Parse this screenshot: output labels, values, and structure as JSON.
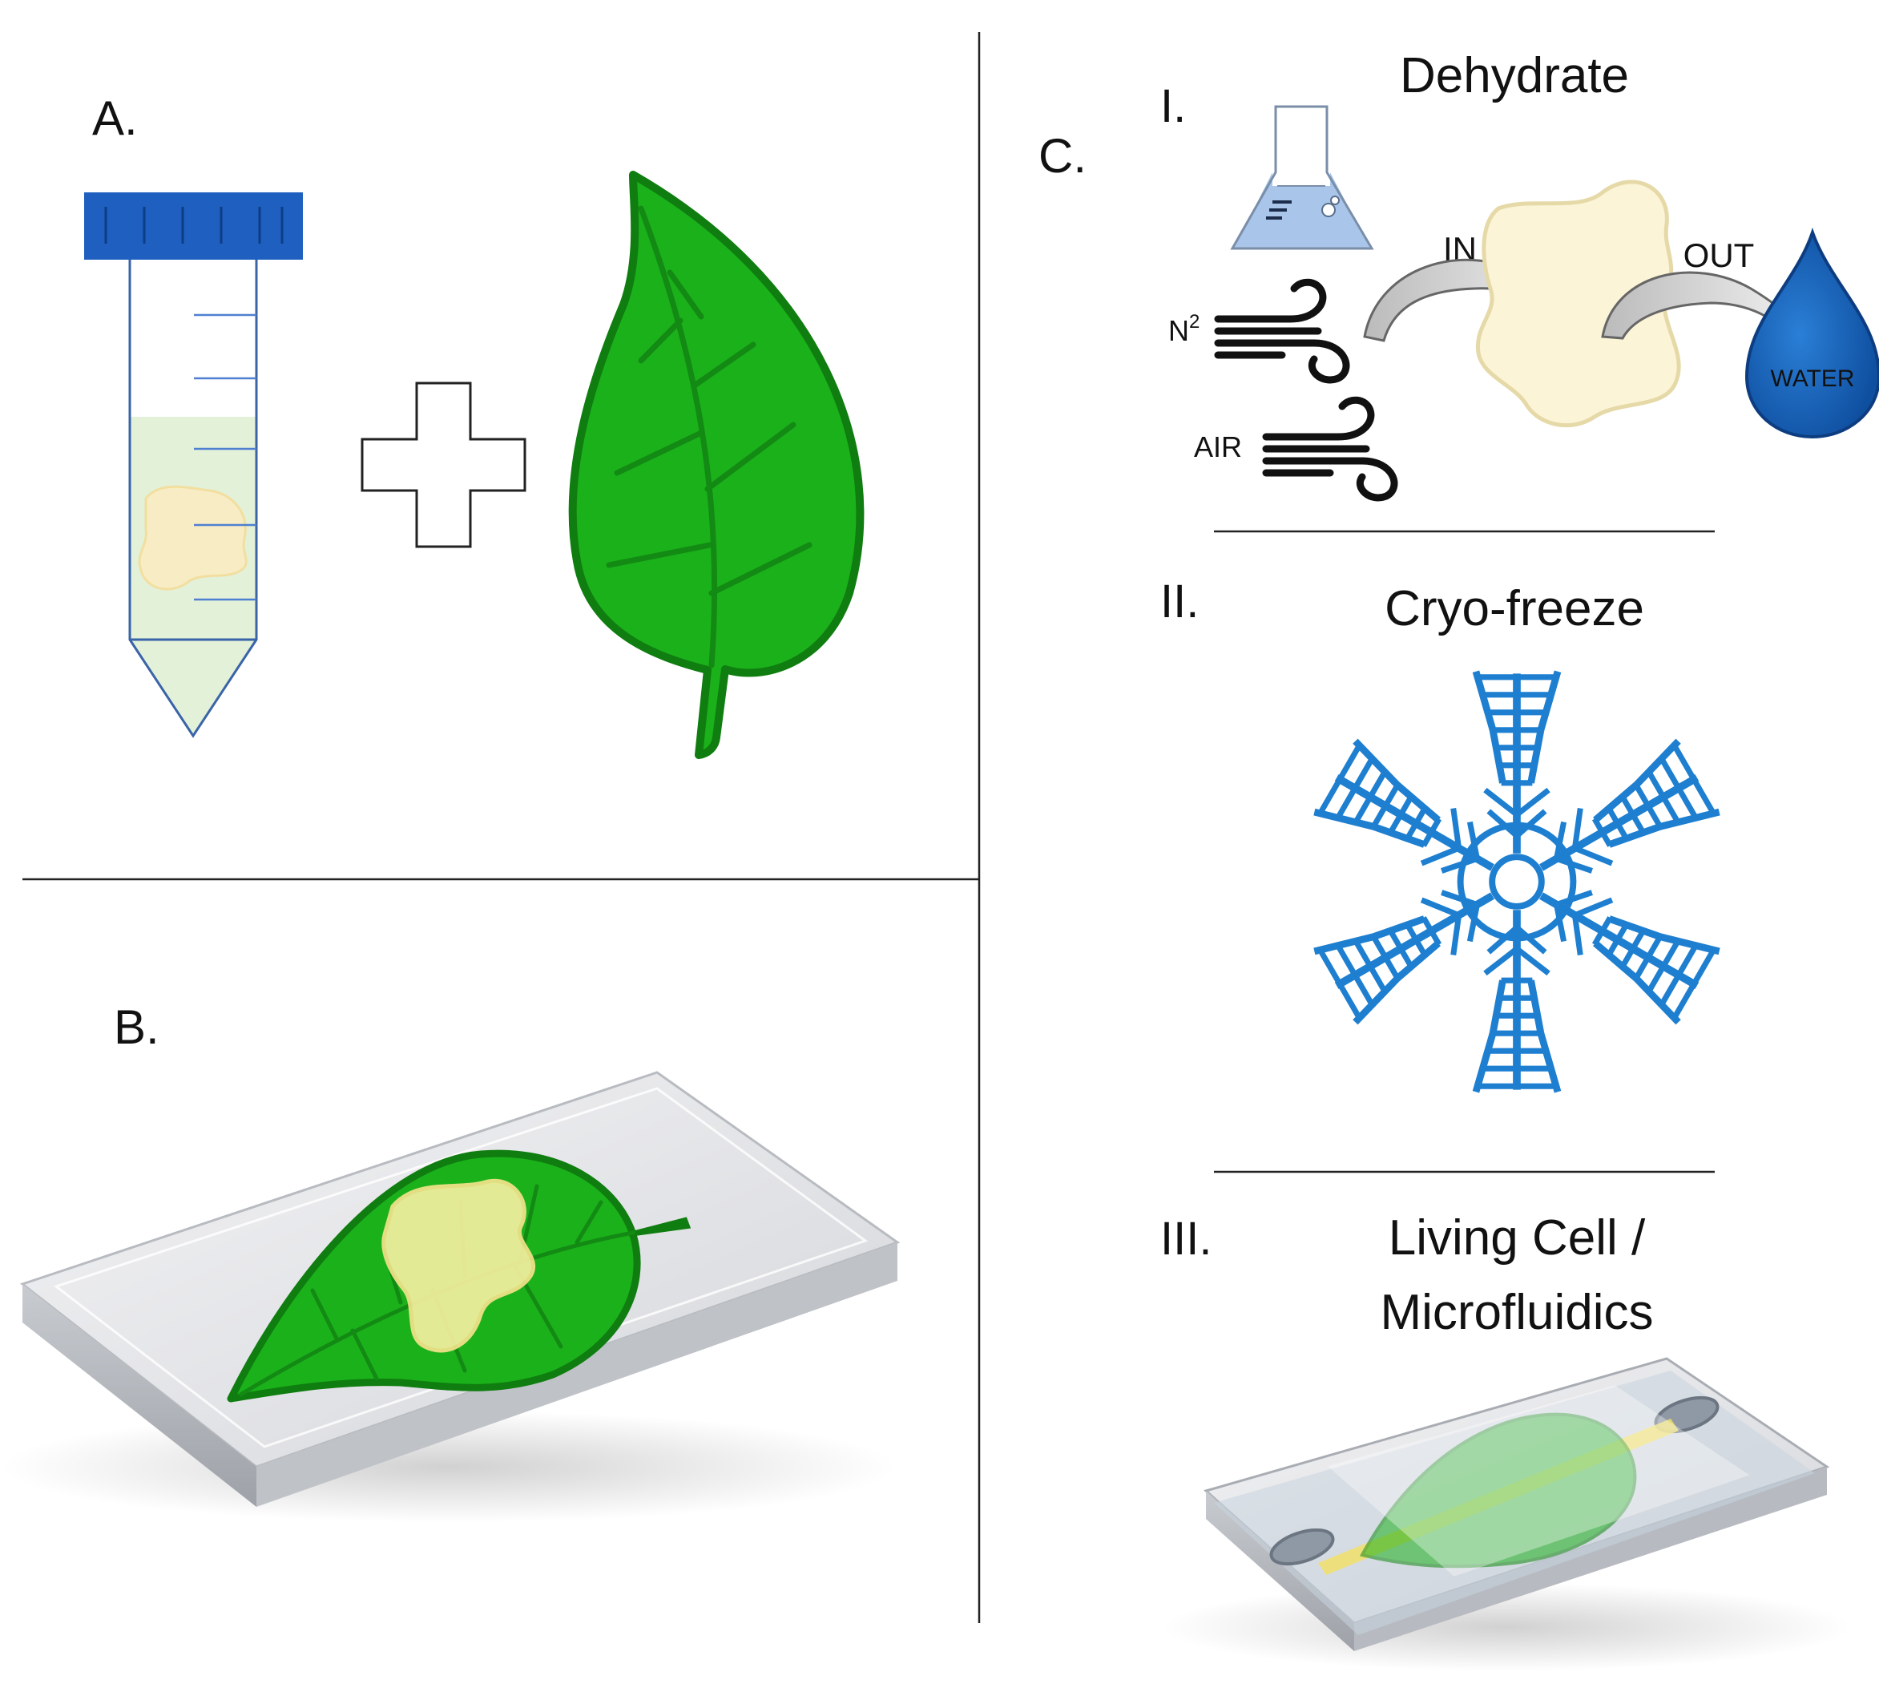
{
  "panels": {
    "a": {
      "label": "A."
    },
    "b": {
      "label": "B."
    },
    "c": {
      "label": "C.",
      "steps": [
        {
          "numeral": "I.",
          "title": "Dehydrate"
        },
        {
          "numeral": "II.",
          "title": "Cryo-freeze"
        },
        {
          "numeral": "III.",
          "title_line1": "Living Cell /",
          "title_line2": "Microfluidics"
        }
      ],
      "dehydrate": {
        "in_label": "IN",
        "out_label": "OUT",
        "water_label": "WATER",
        "gas1_label": "N",
        "gas1_superscript": "2",
        "gas2_label": "AIR"
      }
    }
  },
  "colors": {
    "leaf_green": "#1bb11b",
    "leaf_dark": "#128a12",
    "tube_cap": "#1f5fbf",
    "tube_liquid": "#e3f1d9",
    "sample": "#f8ecc4",
    "snowflake": "#1e7fd0",
    "water_drop": "#1665c0",
    "flask_liquid": "#a9c6ea"
  },
  "icons": [
    "conical-tube-icon",
    "plus-icon",
    "leaf-icon",
    "flask-icon",
    "wind-icon",
    "water-drop-icon",
    "snowflake-icon",
    "slide-icon",
    "microfluidic-chip-icon"
  ]
}
